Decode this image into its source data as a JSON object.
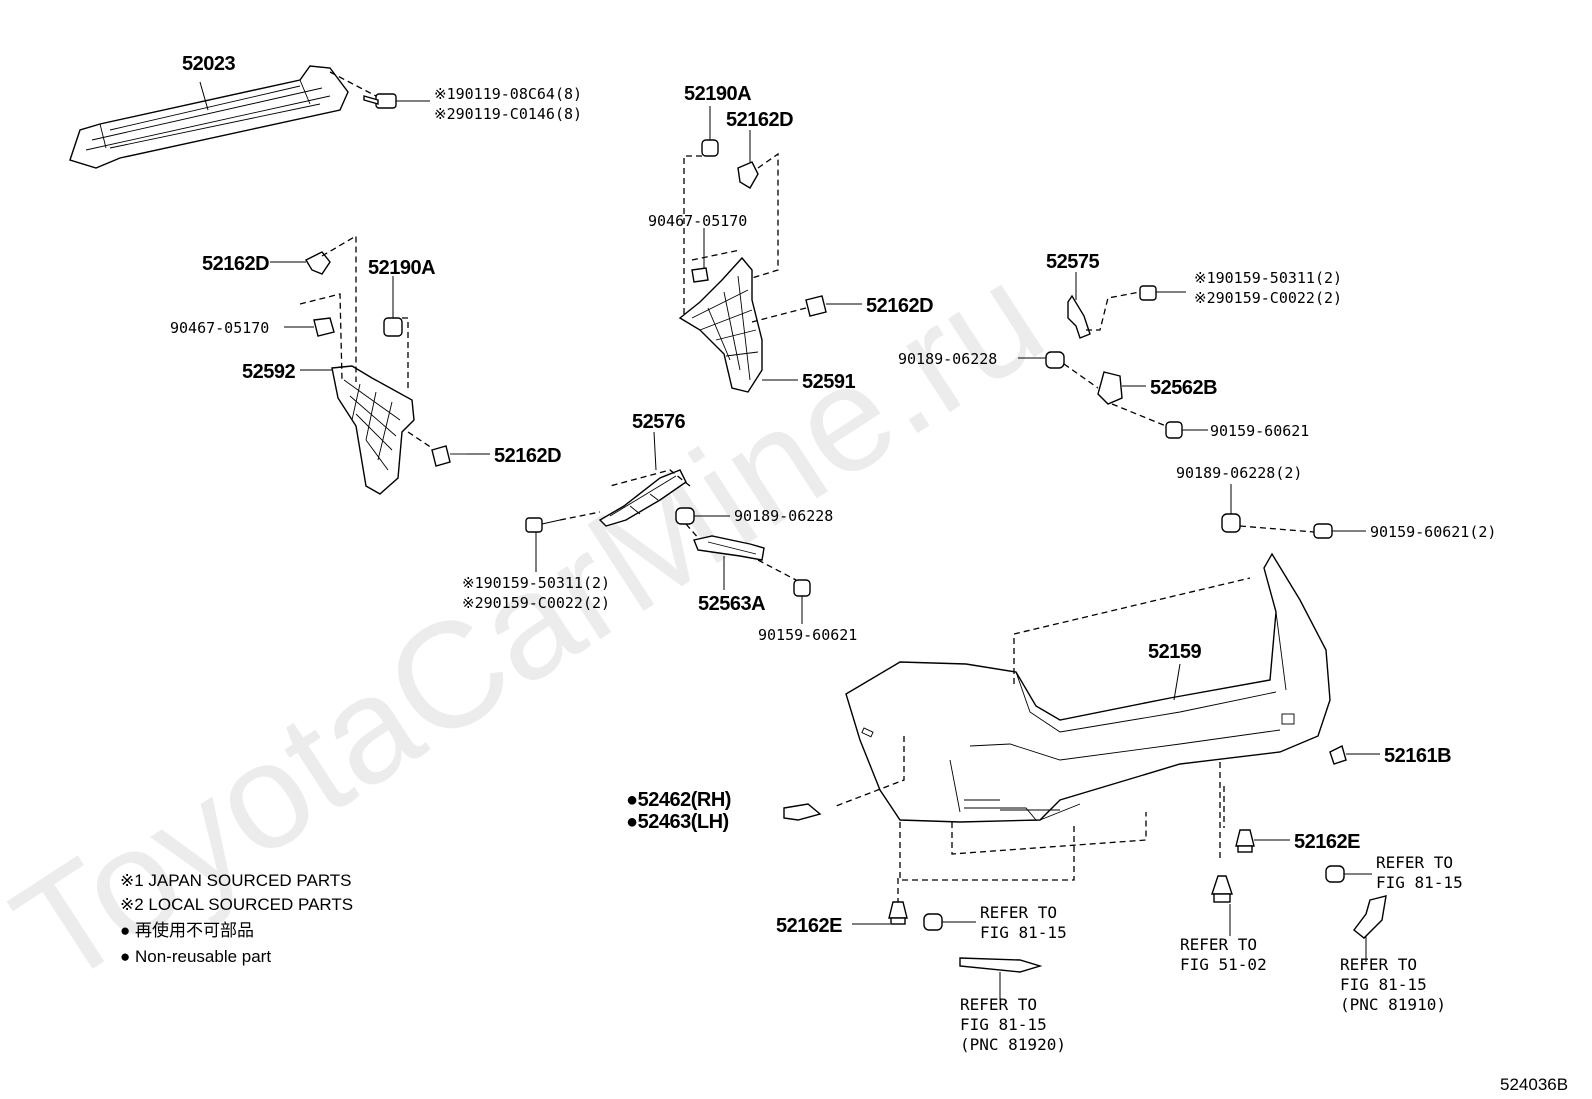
{
  "watermark": "ToyotaCarMine.ru",
  "figure_code": "524036B",
  "labels": {
    "p52023": "52023",
    "fastener_a1": "※190119-08C64(8)",
    "fastener_a2": "※290119-C0146(8)",
    "p52190A_left": "52190A",
    "p52162D_left": "52162D",
    "p90467_left": "90467-05170",
    "p52592": "52592",
    "p52162D_left2": "52162D",
    "p52190A_center": "52190A",
    "p52162D_center": "52162D",
    "p90467_center": "90467-05170",
    "p52162D_center2": "52162D",
    "p52591": "52591",
    "p52576": "52576",
    "p90189_center": "90189-06228",
    "fastener_b1": "※190159-50311(2)",
    "fastener_b2": "※290159-C0022(2)",
    "p52563A": "52563A",
    "p90159_center": "90159-60621",
    "p52575": "52575",
    "fastener_c1": "※190159-50311(2)",
    "fastener_c2": "※290159-C0022(2)",
    "p90189_right": "90189-06228",
    "p52562B": "52562B",
    "p90159_right": "90159-60621",
    "p90189_right2": "90189-06228(2)",
    "p90159_right2": "90159-60621(2)",
    "p52159": "52159",
    "p52161B": "52161B",
    "p52462": "52462(RH)",
    "p52463": "52463(LH)",
    "p52162E_right": "52162E",
    "p52162E_left": "52162E",
    "ref1_l1": "REFER TO",
    "ref1_l2": "FIG 81-15",
    "ref2_l1": "REFER TO",
    "ref2_l2": "FIG 81-15",
    "ref2_l3": "(PNC 81920)",
    "ref3_l1": "REFER TO",
    "ref3_l2": "FIG 51-02",
    "ref4_l1": "REFER TO",
    "ref4_l2": "FIG 81-15",
    "ref5_l1": "REFER TO",
    "ref5_l2": "FIG 81-15",
    "ref5_l3": "(PNC 81910)"
  },
  "legend": {
    "note1": "※1 JAPAN SOURCED PARTS",
    "note2": "※2 LOCAL SOURCED PARTS",
    "note3": "● 再使用不可部品",
    "note4": "● Non-reusable part"
  }
}
